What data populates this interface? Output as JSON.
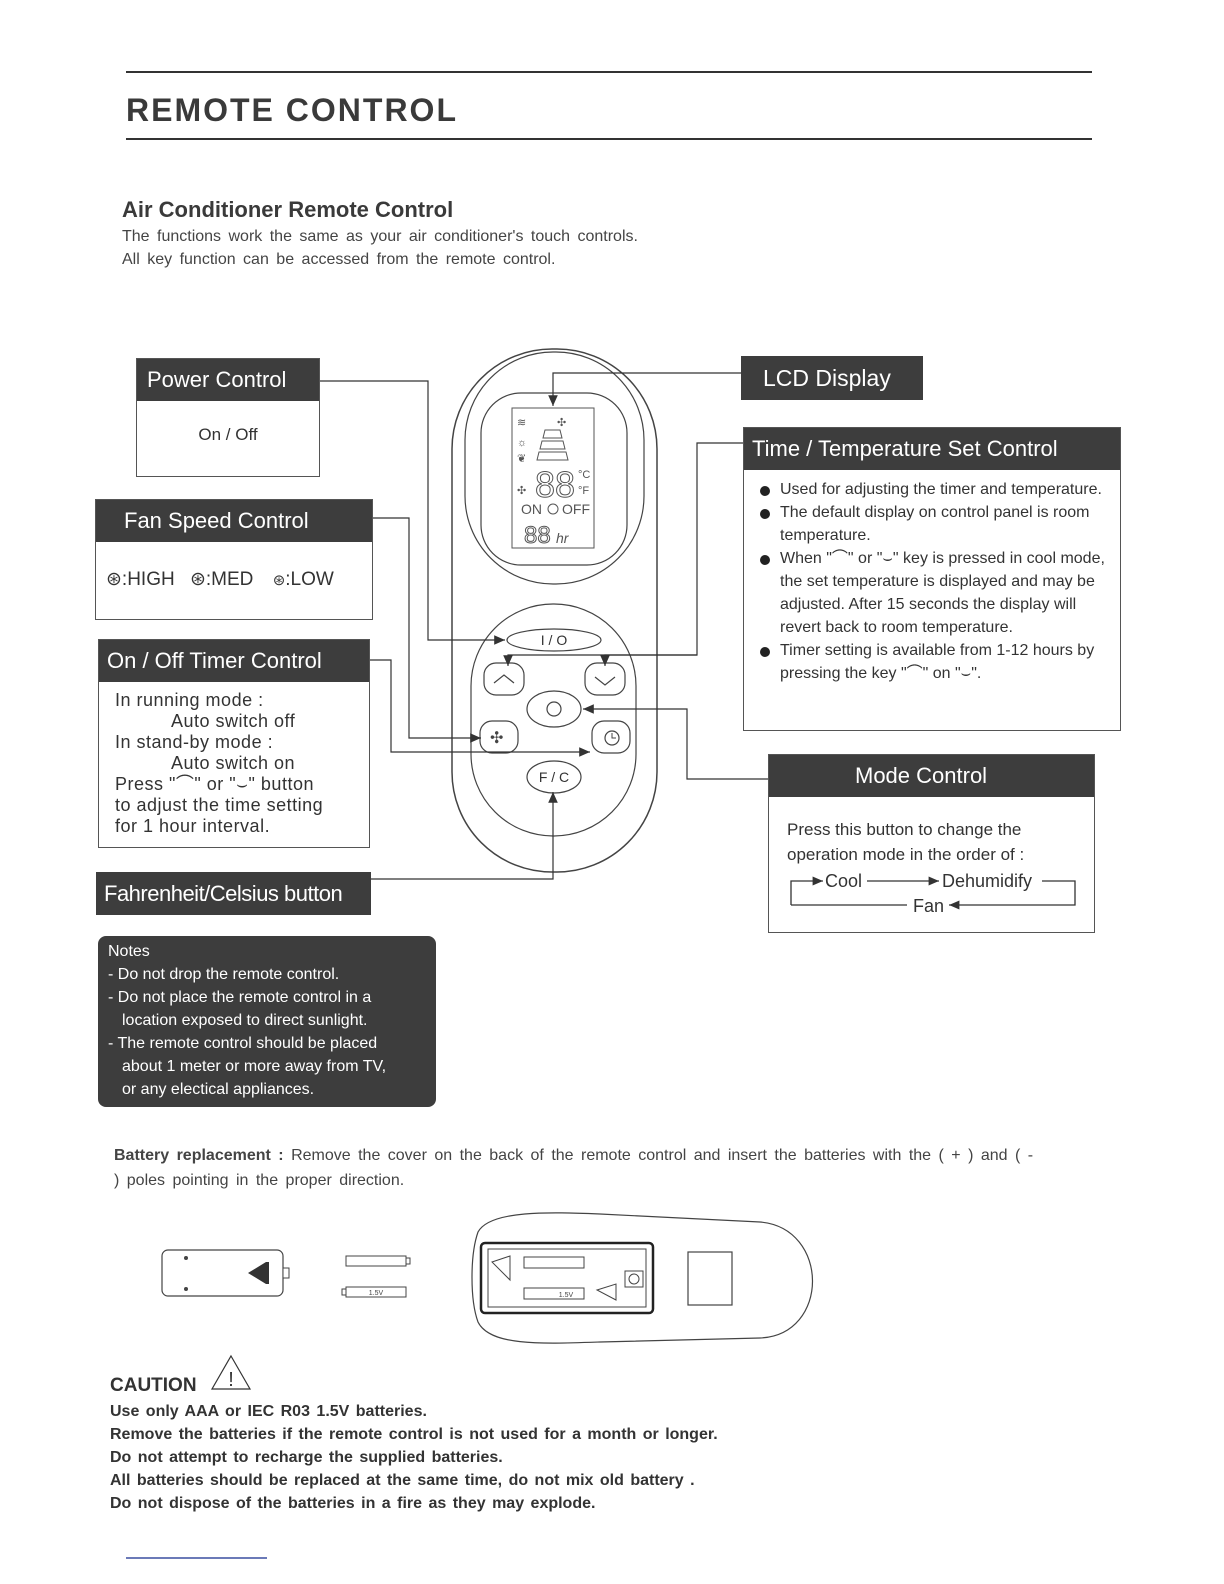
{
  "header": {
    "title": "REMOTE CONTROL"
  },
  "intro": {
    "subtitle": "Air  Conditioner  Remote  Control",
    "line1": "The functions work the same as your air conditioner's touch controls.",
    "line2": "All key function can be accessed from the remote control."
  },
  "power": {
    "title": "Power  Control",
    "body": "On / Off"
  },
  "fan": {
    "title": "Fan  Speed  Control",
    "high": ":HIGH",
    "med": ":MED",
    "low": ":LOW"
  },
  "timer": {
    "title": "On / Off  Timer  Control",
    "lines": [
      "In  running  mode :",
      "Auto  switch  off",
      "In  stand-by  mode :",
      "Auto  switch  on",
      "Press  \"⌒\" or \"⌣\"  button",
      "to  adjust  the  time  setting",
      "for  1  hour  interval."
    ]
  },
  "fc": {
    "title": "Fahrenheit/Celsius button"
  },
  "lcd": {
    "title": "LCD Display"
  },
  "time_temp": {
    "title": "Time  /  Temperature  Set  Control",
    "bullets": [
      "Used  for  adjusting  the  timer  and  temperature.",
      "The  default  display  on  control  panel  is  room  temperature.",
      "When  \"⌒\" or  \"⌣\" key  is  pressed in  cool  mode,  the  set  temperature  is  displayed  and  may  be  adjusted.  After  15  seconds  the display  will  revert  back  to  room  temperature.",
      "Timer setting is available from 1-12 hours by pressing the key \"⌒\" on \"⌣\"."
    ]
  },
  "mode": {
    "title": "Mode  Control",
    "body": "Press  this  button  to  change  the  operation  mode  in  the  order  of :",
    "cool": "Cool",
    "dehumidify": "Dehumidify",
    "fan": "Fan"
  },
  "remote": {
    "power_label": "I / O",
    "fc_label": "F / C",
    "lcd_on": "ON",
    "lcd_off": "OFF",
    "lcd_temp": "88",
    "lcd_hr": "88",
    "lcd_hr_unit": "hr",
    "lcd_c": "°C",
    "lcd_f": "°F"
  },
  "notes": {
    "title": "Notes",
    "lines": [
      "- Do  not  drop  the  remote  control.",
      "- Do  not  place  the  remote  control  in  a",
      "location  exposed  to  direct  sunlight.",
      "- The  remote  control  should  be  placed",
      "about 1 meter  or  more  away  from  TV,",
      "or  any  electical  appliances."
    ]
  },
  "battery": {
    "bold": "Battery replacement :",
    "text": " Remove  the  cover  on  the  back  of  the  remote  control  and  insert  the  batteries  with  the  ( + ) and  ( - ) poles  pointing  in  the  proper  direction.",
    "cell_label": "1.5V"
  },
  "caution": {
    "title": "CAUTION",
    "lines": [
      "Use  only  AAA  or  IEC  R03  1.5V  batteries.",
      "Remove  the  batteries  if  the  remote  control  is  not  used  for  a  month  or  longer.",
      "Do  not  attempt  to  recharge  the  supplied  batteries.",
      "All  batteries  should  be  replaced  at  the  same  time, do not mix old battery .",
      "Do  not  dispose  of  the  batteries  in  a  fire  as  they  may  explode."
    ]
  }
}
